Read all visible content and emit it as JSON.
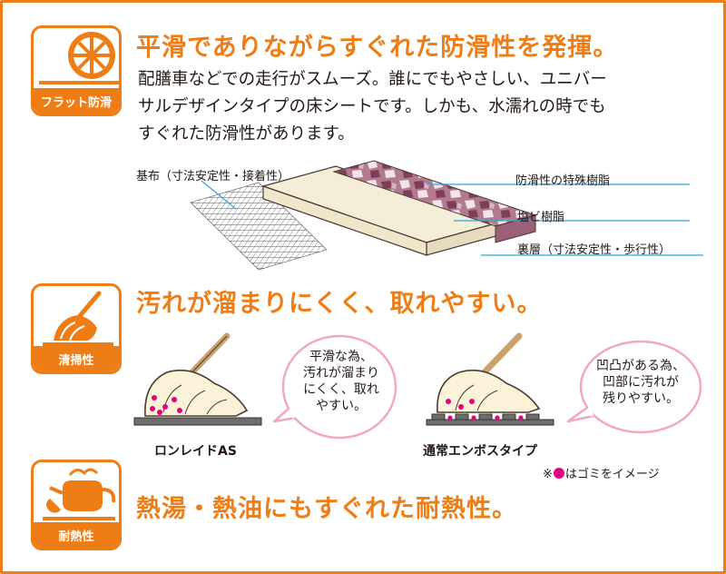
{
  "sections": [
    {
      "badge_label": "フラット防滑",
      "heading": "平滑でありながらすぐれた防滑性を発揮。",
      "body_lines": [
        "配膳車などでの走行がスムーズ。誰にでもやさしい、ユニバー",
        "サルデザインタイプの床シートです。しかも、水濡れの時でも",
        "すぐれた防滑性があります。"
      ],
      "diagram_labels": {
        "base_cloth": "基布（寸法安定性・接着性）",
        "special_resin": "防滑性の特殊樹脂",
        "pvc_resin": "塩ビ樹脂",
        "back_layer": "裏層（寸法安定性・歩行性）"
      }
    },
    {
      "badge_label": "清掃性",
      "heading": "汚れが溜まりにくく、取れやすい。",
      "left": {
        "bubble_lines": [
          "平滑な為、",
          "汚れが溜まり",
          "にくく、取れ",
          "やすい。"
        ],
        "caption": "ロンレイドAS"
      },
      "right": {
        "bubble_lines": [
          "凹凸がある為、",
          "凹部に汚れが",
          "残りやすい。"
        ],
        "caption": "通常エンボスタイプ"
      },
      "note_prefix": "※",
      "note_suffix": "はゴミをイメージ"
    },
    {
      "badge_label": "耐熱性",
      "heading": "熱湯・熱油にもすぐれた耐熱性。"
    }
  ],
  "colors": {
    "accent": "#ee7d16",
    "dirt": "#e5007f",
    "leader_line": "#2ea7e0",
    "bubble_border": "#f2a7c3"
  }
}
